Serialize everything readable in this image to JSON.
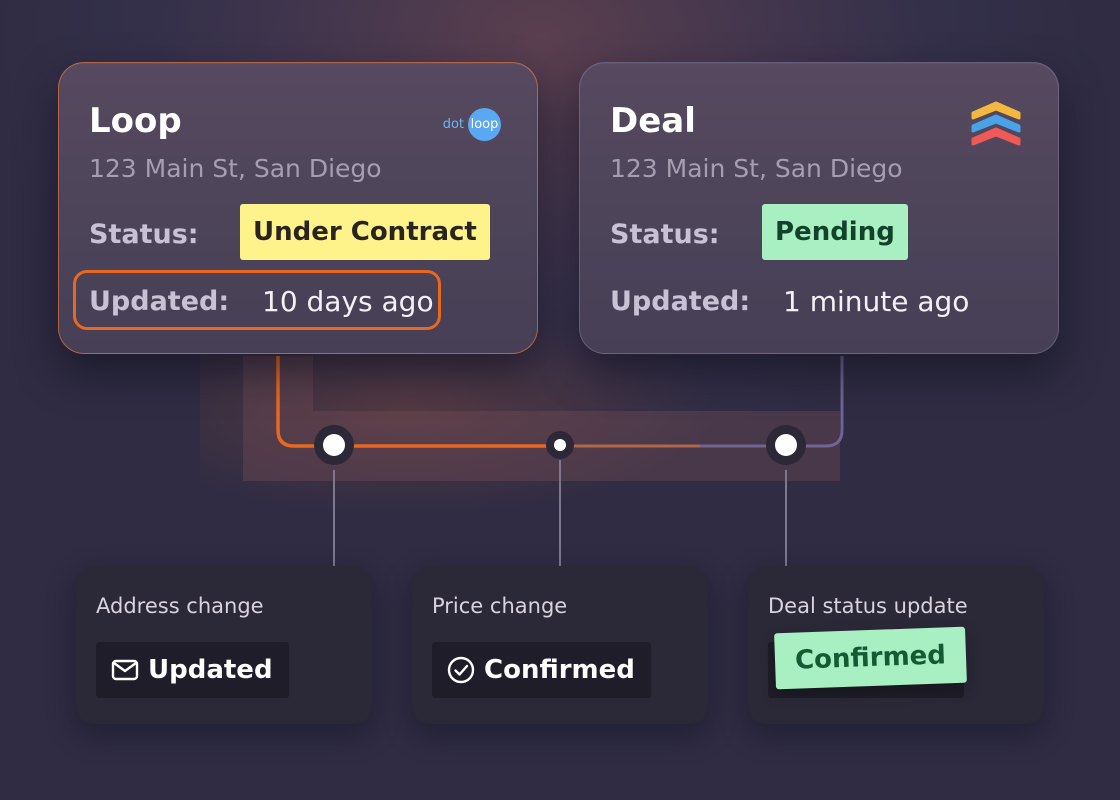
{
  "loop_card": {
    "title": "Loop",
    "address": "123 Main St, San Diego",
    "status_label": "Status:",
    "status_value": "Under Contract",
    "updated_label": "Updated:",
    "updated_value": "10 days ago",
    "logo": {
      "prefix": "dot",
      "circle": "loop",
      "icon": "dotloop-logo"
    }
  },
  "deal_card": {
    "title": "Deal",
    "address": "123 Main St, San Diego",
    "status_label": "Status:",
    "status_value": "Pending",
    "updated_label": "Updated:",
    "updated_value": "1 minute ago",
    "logo": {
      "icon": "stacked-chevrons-logo"
    }
  },
  "events": [
    {
      "title": "Address change",
      "badge": "Updated",
      "icon": "envelope-icon"
    },
    {
      "title": "Price change",
      "badge": "Confirmed",
      "icon": "check-circle-icon"
    },
    {
      "title": "Deal status update",
      "badge": "Confirmed"
    }
  ],
  "colors": {
    "accent_orange": "#e8681f",
    "status_yellow": "#fdf38a",
    "status_green": "#a8efc2",
    "logo_blue": "#5aa7f2",
    "chevron_yellow": "#f4b740",
    "chevron_blue": "#4aa3e8",
    "chevron_red": "#ef5a57"
  }
}
